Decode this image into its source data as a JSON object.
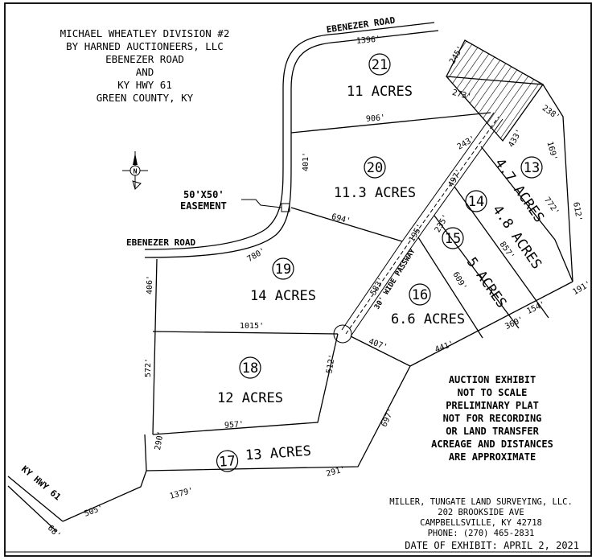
{
  "title_block": [
    "MICHAEL WHEATLEY DIVISION #2",
    "BY HARNED AUCTIONEERS, LLC",
    "EBENEZER ROAD",
    "AND",
    "KY HWY 61",
    "GREEN COUNTY, KY"
  ],
  "roads": {
    "ebenezer_top": "EBENEZER ROAD",
    "ebenezer_left": "EBENEZER ROAD",
    "hwy": "KY HWY 61",
    "passway": "30' WIDE PASSWAY"
  },
  "easement": [
    "50'X50'",
    "EASEMENT"
  ],
  "north_symbol": "N",
  "tracts": [
    {
      "id": "21",
      "number": "21",
      "acres": "11 ACRES"
    },
    {
      "id": "20",
      "number": "20",
      "acres": "11.3 ACRES"
    },
    {
      "id": "19",
      "number": "19",
      "acres": "14 ACRES"
    },
    {
      "id": "18",
      "number": "18",
      "acres": "12 ACRES"
    },
    {
      "id": "17",
      "number": "17",
      "acres": "13 ACRES"
    },
    {
      "id": "16",
      "number": "16",
      "acres": "6.6 ACRES"
    },
    {
      "id": "15",
      "number": "15",
      "acres": "5 ACRES"
    },
    {
      "id": "14",
      "number": "14",
      "acres": "4.8 ACRES"
    },
    {
      "id": "13",
      "number": "13",
      "acres": "4.7 ACRES"
    }
  ],
  "dimensions": {
    "d1396": "1396'",
    "d245": "245'",
    "d273": "273'",
    "d238": "238'",
    "d906": "906'",
    "d243": "243'",
    "d433": "433'",
    "d169": "169'",
    "d497": "497'",
    "d401": "401'",
    "d772": "772'",
    "d612": "612'",
    "d694": "694'",
    "d235": "235'",
    "d195": "195'",
    "d857": "857'",
    "d780": "780'",
    "d583": "583'",
    "d406": "406'",
    "d609": "609'",
    "d191": "191'",
    "d154": "154'",
    "d360": "360'",
    "d1015": "1015'",
    "d407": "407'",
    "d441": "441'",
    "d572": "572'",
    "d512": "512'",
    "d957": "957'",
    "d697": "697'",
    "d290": "290'",
    "d291": "291'",
    "d1379": "1379'",
    "d505": "505'",
    "d68": "68'"
  },
  "auction_note": [
    "AUCTION EXHIBIT",
    "NOT TO SCALE",
    "PRELIMINARY PLAT",
    "NOT FOR RECORDING",
    "OR LAND TRANSFER",
    "ACREAGE AND DISTANCES",
    "ARE APPROXIMATE"
  ],
  "surveyor": [
    "MILLER, TUNGATE LAND SURVEYING, LLC.",
    "202 BROOKSIDE AVE",
    "CAMPBELLSVILLE, KY 42718",
    "PHONE: (270) 465-2831"
  ],
  "date_of_exhibit": "DATE OF EXHIBIT: APRIL 2, 2021"
}
